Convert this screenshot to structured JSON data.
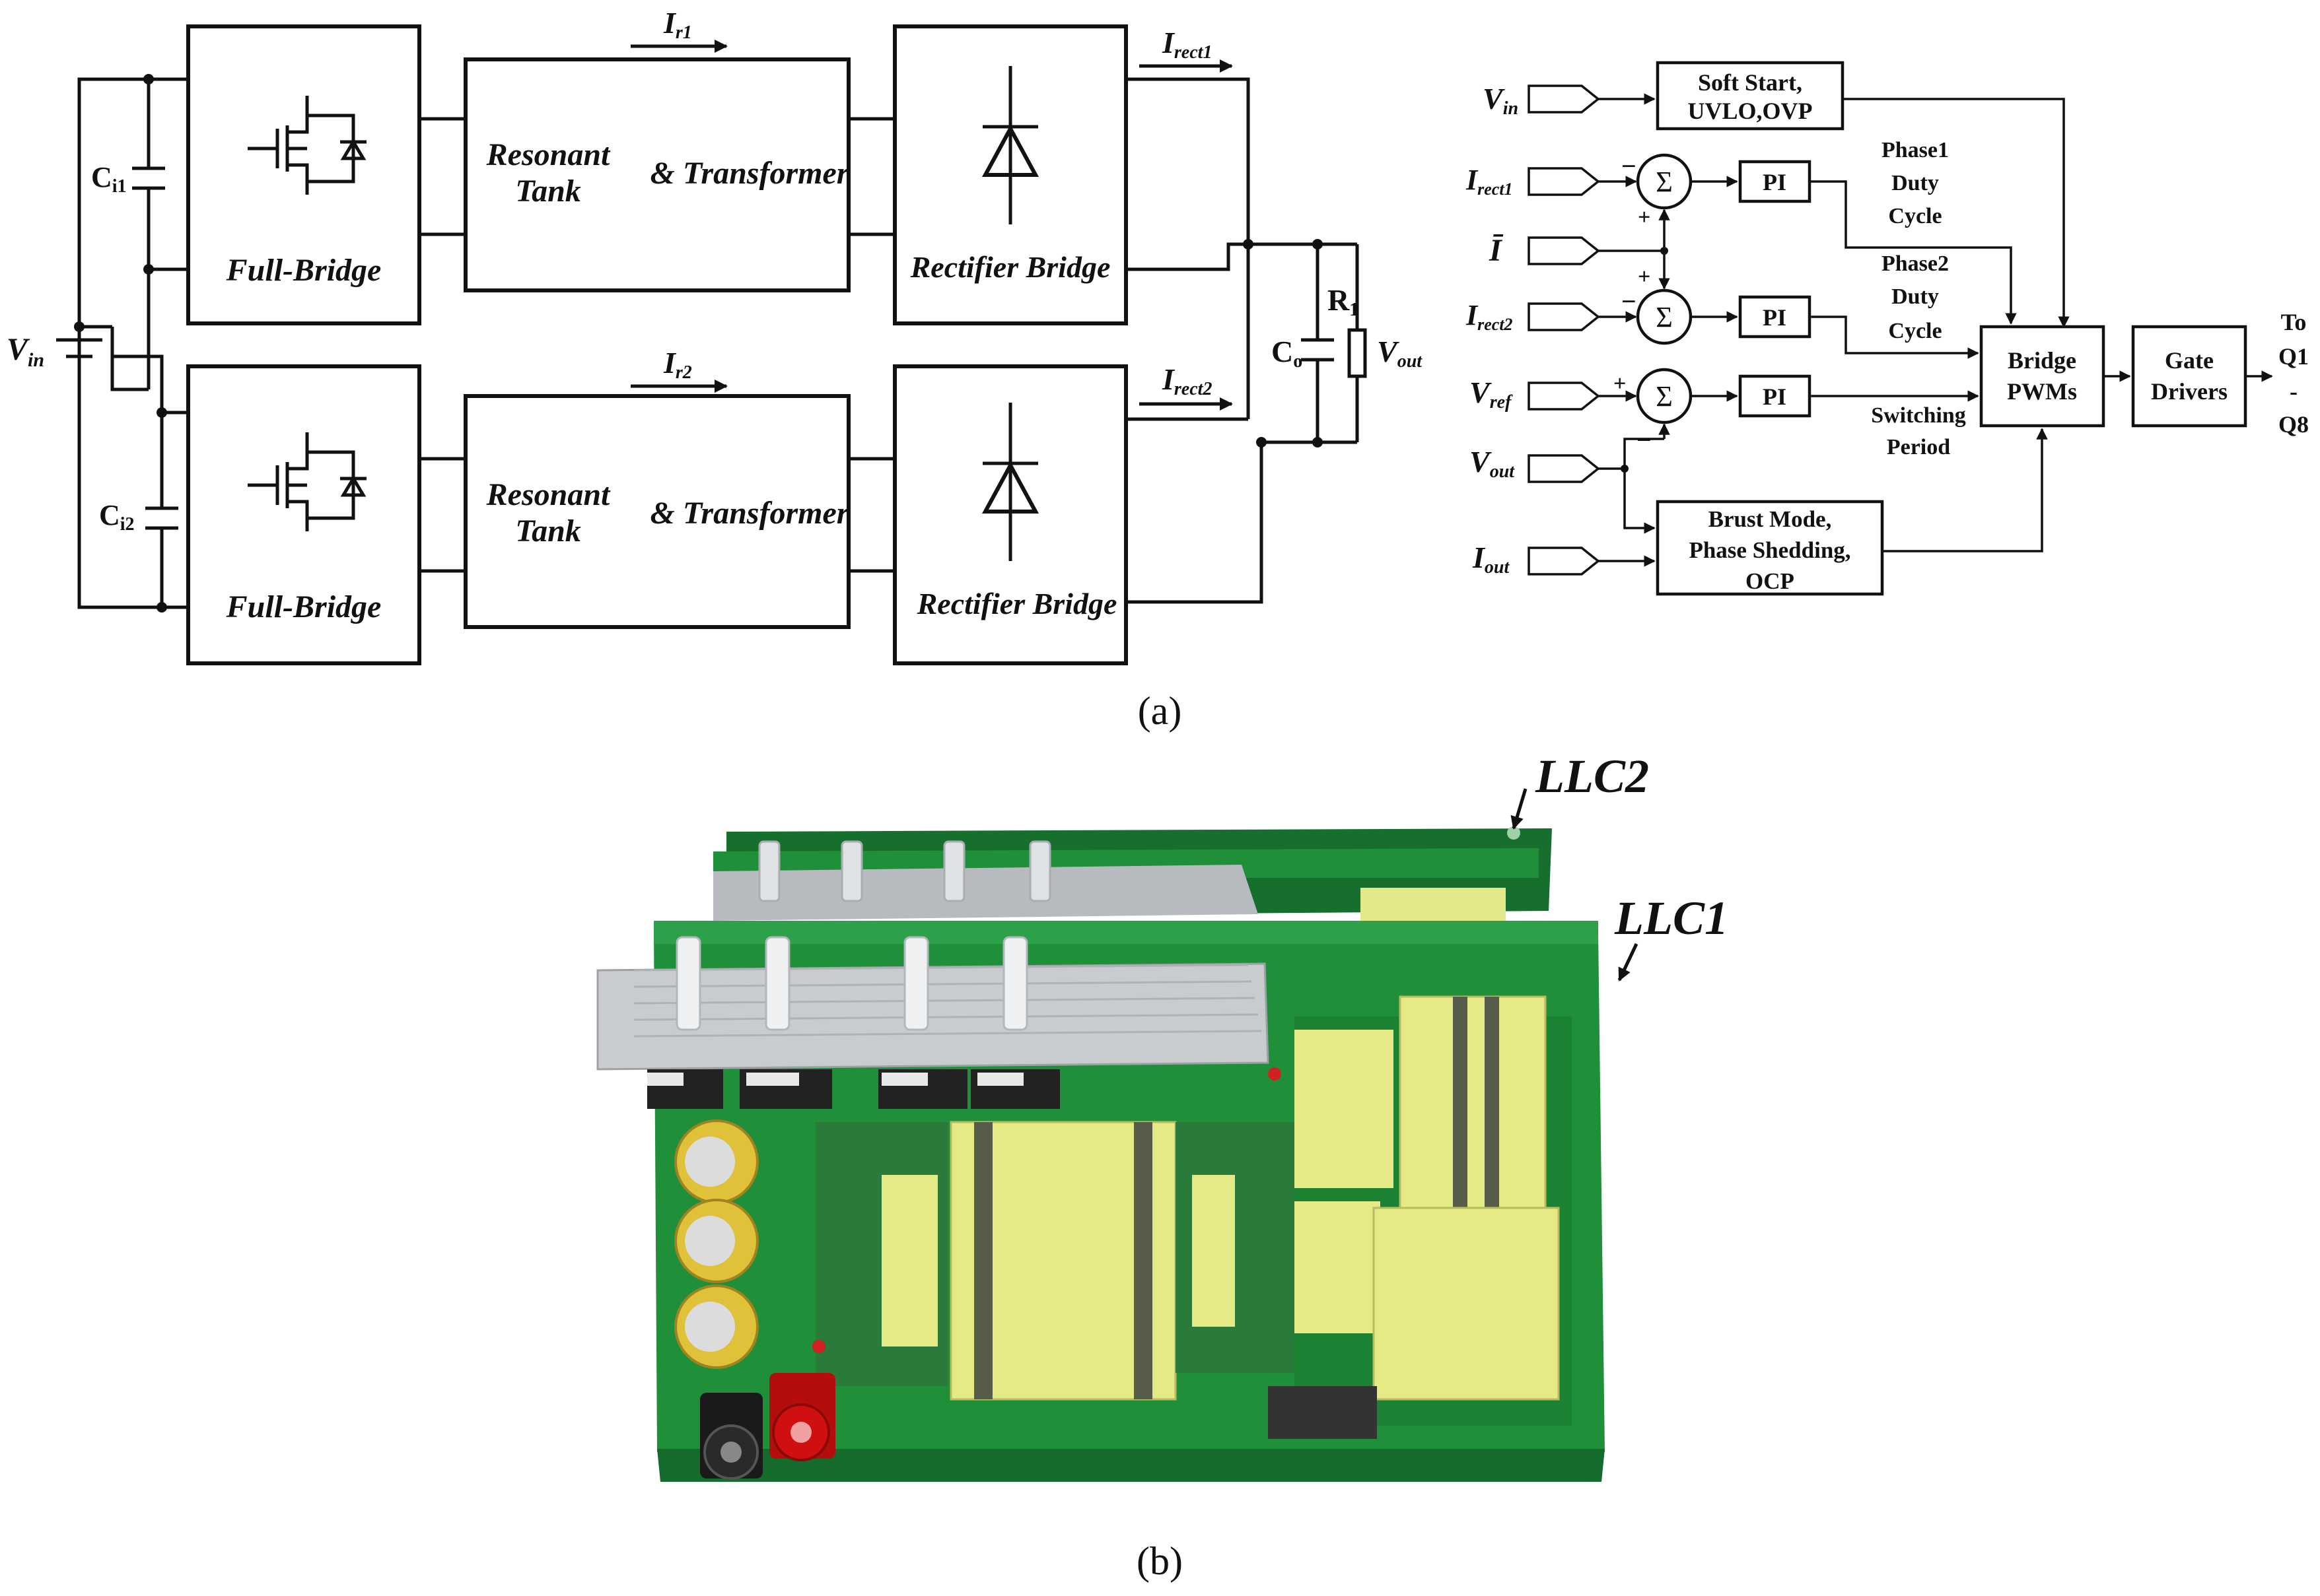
{
  "schematic": {
    "vin": "V",
    "vin_sub": "in",
    "ci1": "C",
    "ci1_sub": "i1",
    "ci2": "C",
    "ci2_sub": "i2",
    "co": "C",
    "co_sub": "o",
    "r1": "R",
    "r1_sub": "1",
    "vout": "V",
    "vout_sub": "out",
    "full_bridge_1": "Full-Bridge",
    "full_bridge_2": "Full-Bridge",
    "resonant_1": "Resonant",
    "tank_1": "Tank",
    "and_transformer_1": "& Transformer",
    "resonant_2": "Resonant",
    "tank_2": "Tank",
    "and_transformer_2": "& Transformer",
    "rectifier_1": "Rectifier Bridge",
    "rectifier_2": "Rectifier Bridge",
    "ir1": "I",
    "ir1_sub": "r1",
    "ir2": "I",
    "ir2_sub": "r2",
    "irect1": "I",
    "irect1_sub": "rect1",
    "irect2": "I",
    "irect2_sub": "rect2"
  },
  "control": {
    "inputs": {
      "vin": "V",
      "vin_sub": "in",
      "irect1": "I",
      "irect1_sub": "rect1",
      "ibar": "Ī",
      "irect2": "I",
      "irect2_sub": "rect2",
      "vref": "V",
      "vref_sub": "ref",
      "vout": "V",
      "vout_sub": "out",
      "iout": "I",
      "iout_sub": "out"
    },
    "soft_start_line1": "Soft Start,",
    "soft_start_line2": "UVLO,OVP",
    "sum_symbol": "Σ",
    "pi_1": "PI",
    "pi_2": "PI",
    "pi_3": "PI",
    "phase1_line1": "Phase1",
    "phase1_line2": "Duty",
    "phase1_line3": "Cycle",
    "phase2_line1": "Phase2",
    "phase2_line2": "Duty",
    "phase2_line3": "Cycle",
    "switching_line1": "Switching",
    "switching_line2": "Period",
    "bridge_line1": "Bridge",
    "bridge_line2": "PWMs",
    "gate_line1": "Gate",
    "gate_line2": "Drivers",
    "to_line1": "To",
    "to_line2": "Q1",
    "to_line3": "-",
    "to_line4": "Q8",
    "burst_line1": "Brust Mode,",
    "burst_line2": "Phase Shedding,",
    "burst_line3": "OCP",
    "sign_minus_1": "−",
    "sign_plus_1": "+",
    "sign_plus_2": "+",
    "sign_minus_2": "−",
    "sign_plus_3": "+",
    "sign_minus_3": "−"
  },
  "photo": {
    "llc2": "LLC2",
    "llc1": "LLC1",
    "colors": {
      "pcb_green": "#1f8f3a",
      "pcb_dark": "#146b2b",
      "heatsink": "#c9cccf",
      "tape_yellow": "#e6ea86",
      "cap_yellow": "#e0c23a",
      "terminal_red": "#d01010",
      "terminal_black": "#1a1a1a"
    }
  },
  "captions": {
    "a": "(a)",
    "b": "(b)"
  }
}
